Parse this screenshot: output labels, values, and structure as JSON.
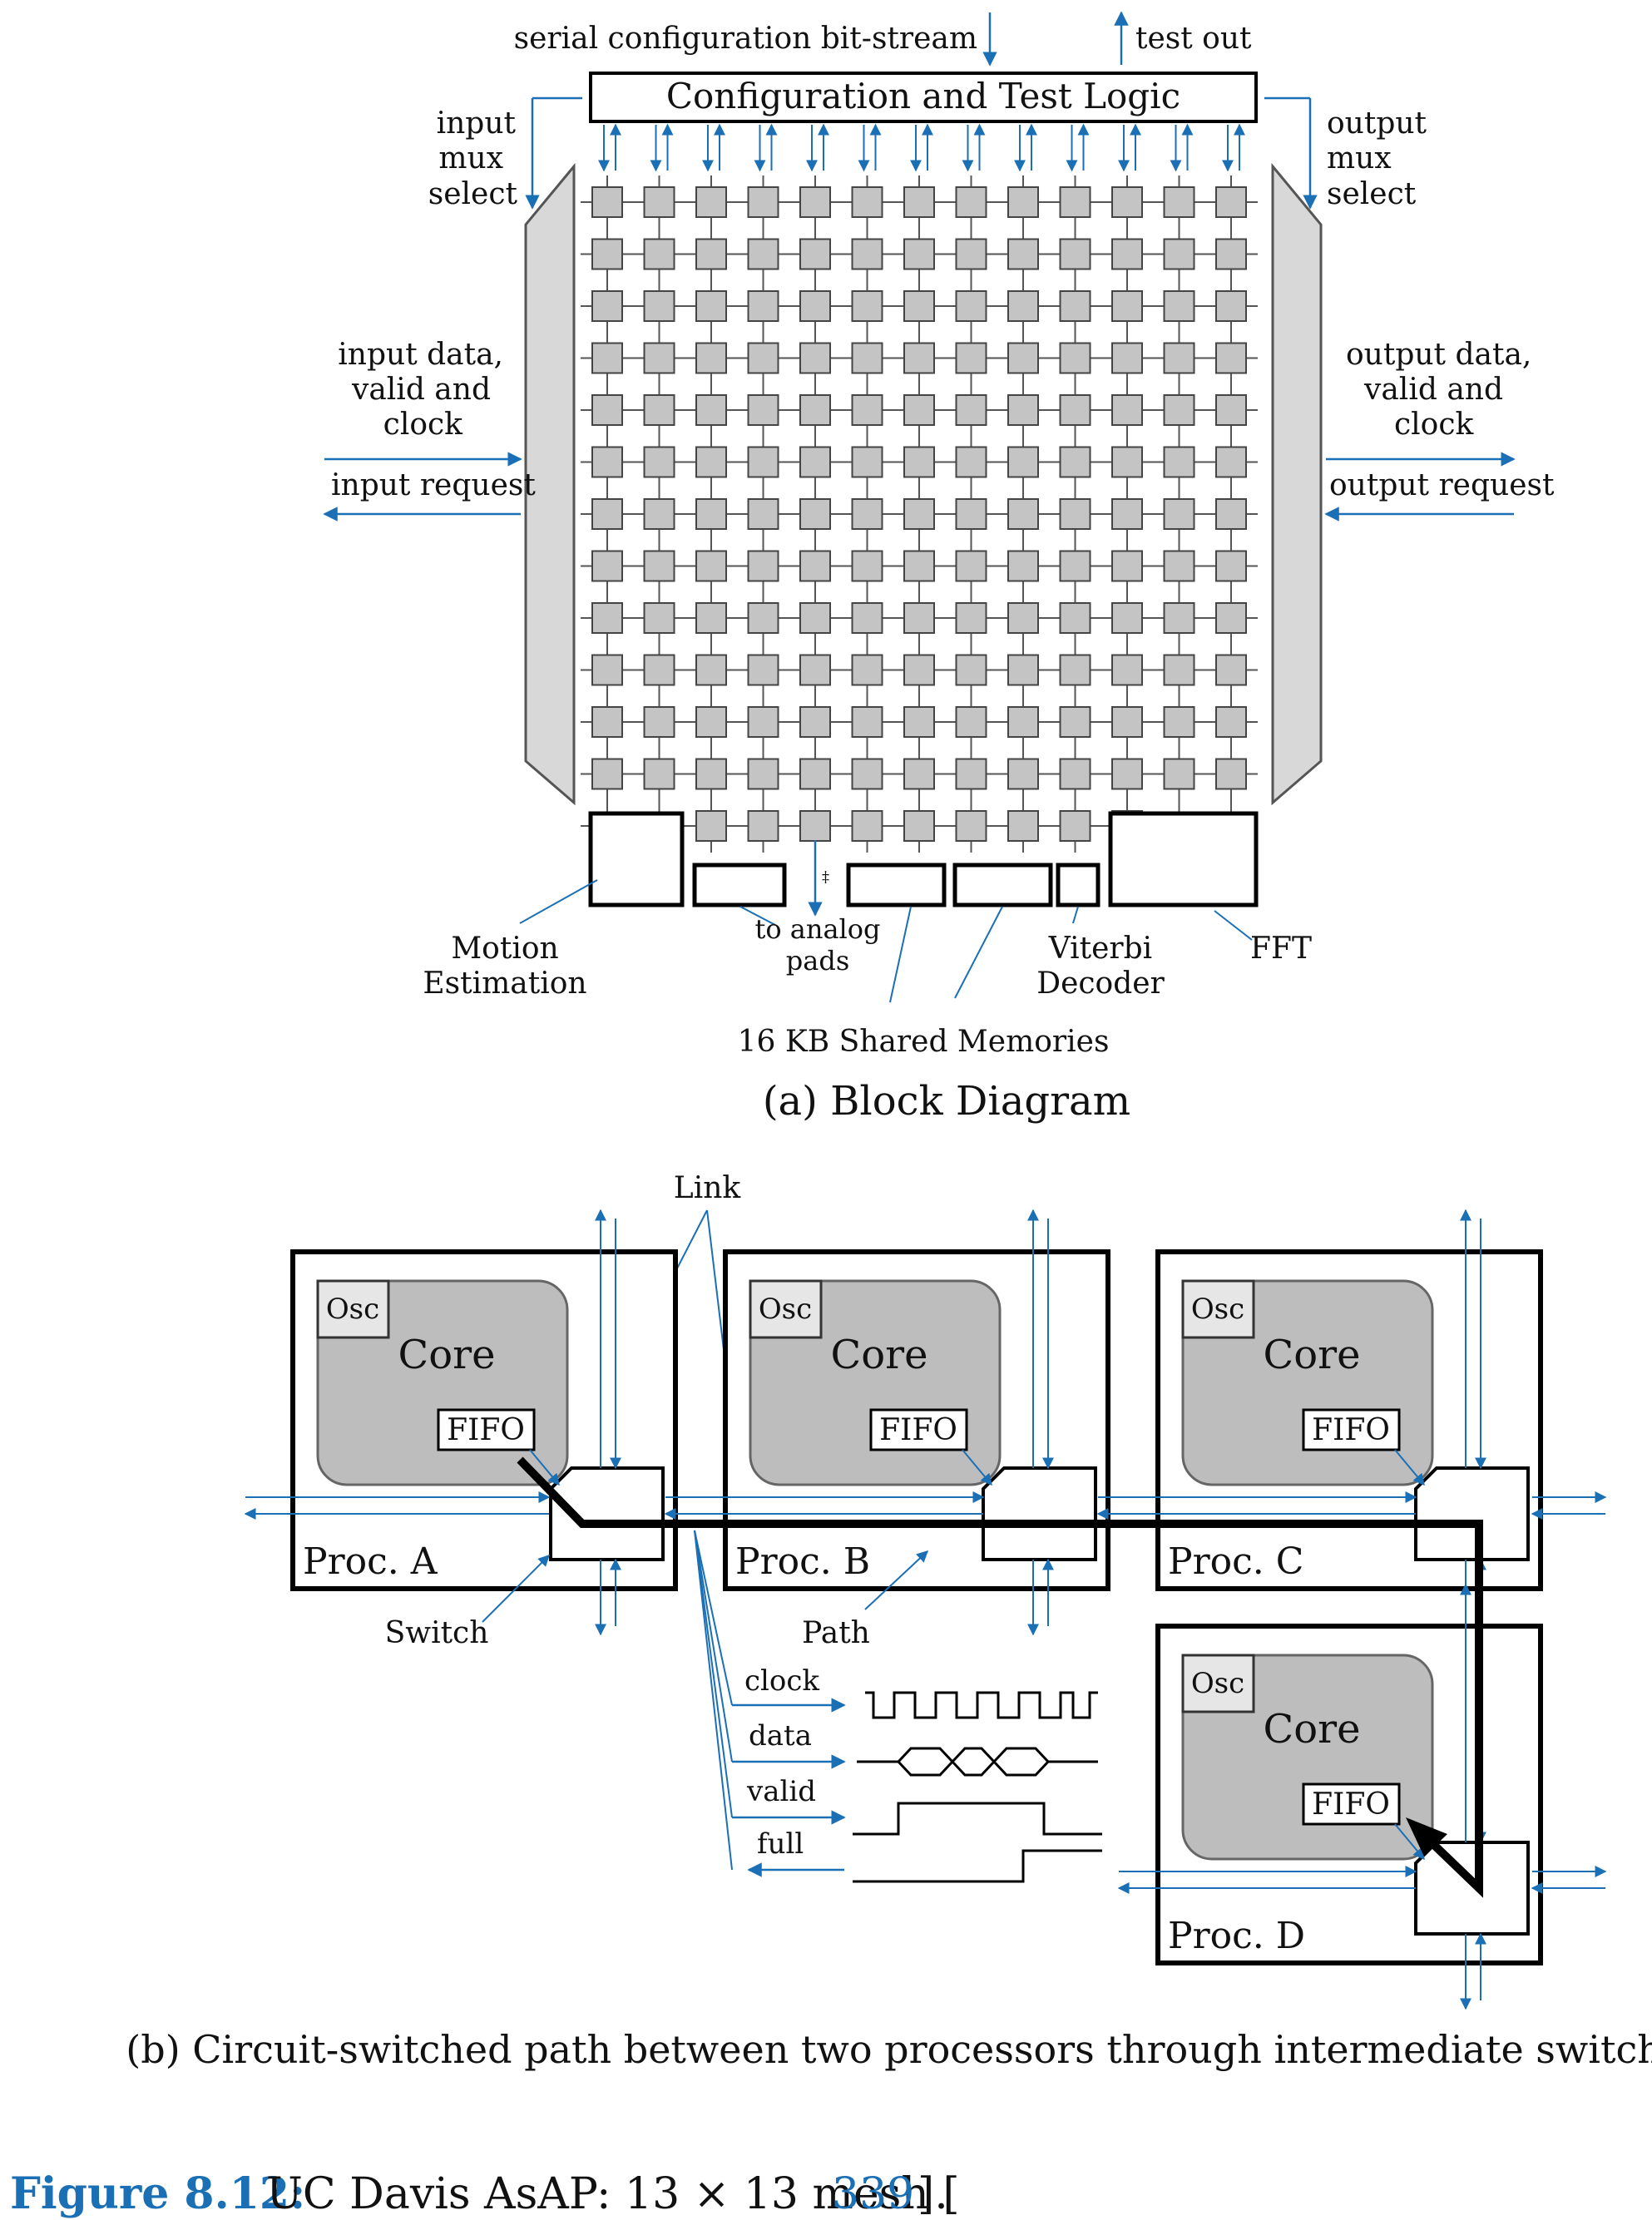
{
  "block_diagram": {
    "top_labels": {
      "serial": "serial configuration bit-stream",
      "test_out": "test out"
    },
    "config_logic": "Configuration and Test Logic",
    "input_mux": [
      "input",
      "mux",
      "select"
    ],
    "output_mux": [
      "output",
      "mux",
      "select"
    ],
    "input_data": [
      "input data,",
      "valid and",
      "clock"
    ],
    "input_request": "input request",
    "output_data": [
      "output data,",
      "valid and",
      "clock"
    ],
    "output_request": "output request",
    "motion": [
      "Motion",
      "Estimation"
    ],
    "analog": [
      "to analog",
      "pads"
    ],
    "viterbi": [
      "Viterbi",
      "Decoder"
    ],
    "fft": "FFT",
    "shared_mem": "16 KB Shared Memories",
    "caption": "(a) Block Diagram"
  },
  "path_diagram": {
    "link": "Link",
    "osc": "Osc",
    "core": "Core",
    "fifo": "FIFO",
    "procs": [
      "Proc. A",
      "Proc. B",
      "Proc. C",
      "Proc. D"
    ],
    "switch": "Switch",
    "path": "Path",
    "signals": [
      "clock",
      "data",
      "valid",
      "full"
    ],
    "caption": "(b) Circuit-switched path between two processors through intermediate switches"
  },
  "figure": {
    "label": "Figure 8.12:",
    "text": "UC Davis AsAP: 13 × 13 mesh [",
    "ref": "339",
    "end": "]."
  },
  "colors": {
    "accent": "#1a6fb5",
    "tile": "#c4c4c4",
    "core": "#bdbdbd",
    "fig_label": "#1a6fb5"
  }
}
